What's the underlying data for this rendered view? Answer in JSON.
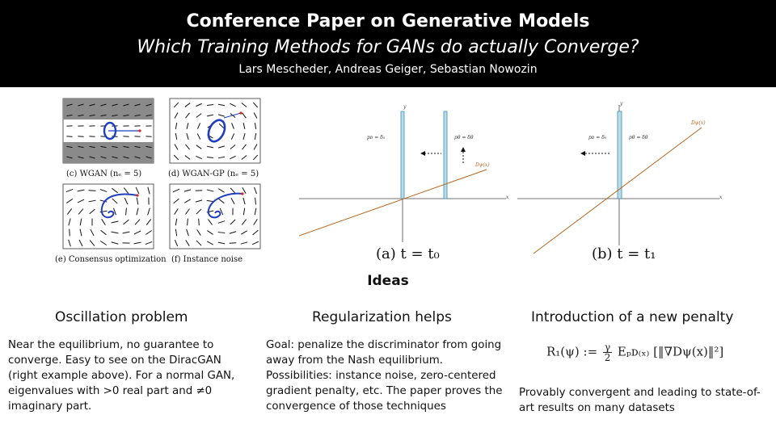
{
  "header": {
    "title": "Conference Paper on Generative Models",
    "subtitle": "Which Training Methods for GANs do actually Converge?",
    "authors": "Lars Mescheder, Andreas Geiger, Sebastian Nowozin"
  },
  "figures": {
    "vector_fields": {
      "captions": [
        "(c) WGAN (nₑ = 5)",
        "(d) WGAN-GP (nₑ = 5)",
        "(e) Consensus optimization",
        "(f) Instance noise"
      ]
    },
    "diracgan_a": {
      "caption": "(a) t = t₀",
      "y_label": "y",
      "x_label": "x",
      "label_pd": "pᴅ = δ₀",
      "label_ptheta": "pθ = δθ",
      "label_dpsi": "Dψ(x)"
    },
    "diracgan_b": {
      "caption": "(b) t = t₁",
      "y_label": "y",
      "x_label": "x",
      "label_pd": "pᴅ = δ₀",
      "label_ptheta": "pθ = δθ",
      "label_dpsi": "Dψ(x)"
    }
  },
  "ideas_heading": "Ideas",
  "columns": [
    {
      "heading": "Oscillation problem",
      "body": "Near the equilibrium, no guarantee to converge. Easy to see on the DiracGAN (right example above). For a normal GAN, eigenvalues with >0 real part and ≠0 imaginary part."
    },
    {
      "heading": "Regularization helps",
      "body": "Goal: penalize the discriminator from going away from the Nash equilibrium. Possibilities: instance noise, zero-centered gradient penalty, etc. The paper proves the convergence of those techniques"
    },
    {
      "heading": "Introduction of a new penalty",
      "formula_lhs": "R₁(ψ) :=",
      "formula_num": "γ",
      "formula_den": "2",
      "formula_rhs": "Eₚᴅ₍ₓ₎ [‖∇Dψ(x)‖²]",
      "body": "Provably convergent and leading to state-of-art results on many datasets"
    }
  ],
  "colors": {
    "header_bg": "#000000",
    "bar_fill": "#b9dcea",
    "bar_stroke": "#3f8fb0",
    "discriminator_line": "#b5651d",
    "trajectory": "#1f3fbf"
  }
}
